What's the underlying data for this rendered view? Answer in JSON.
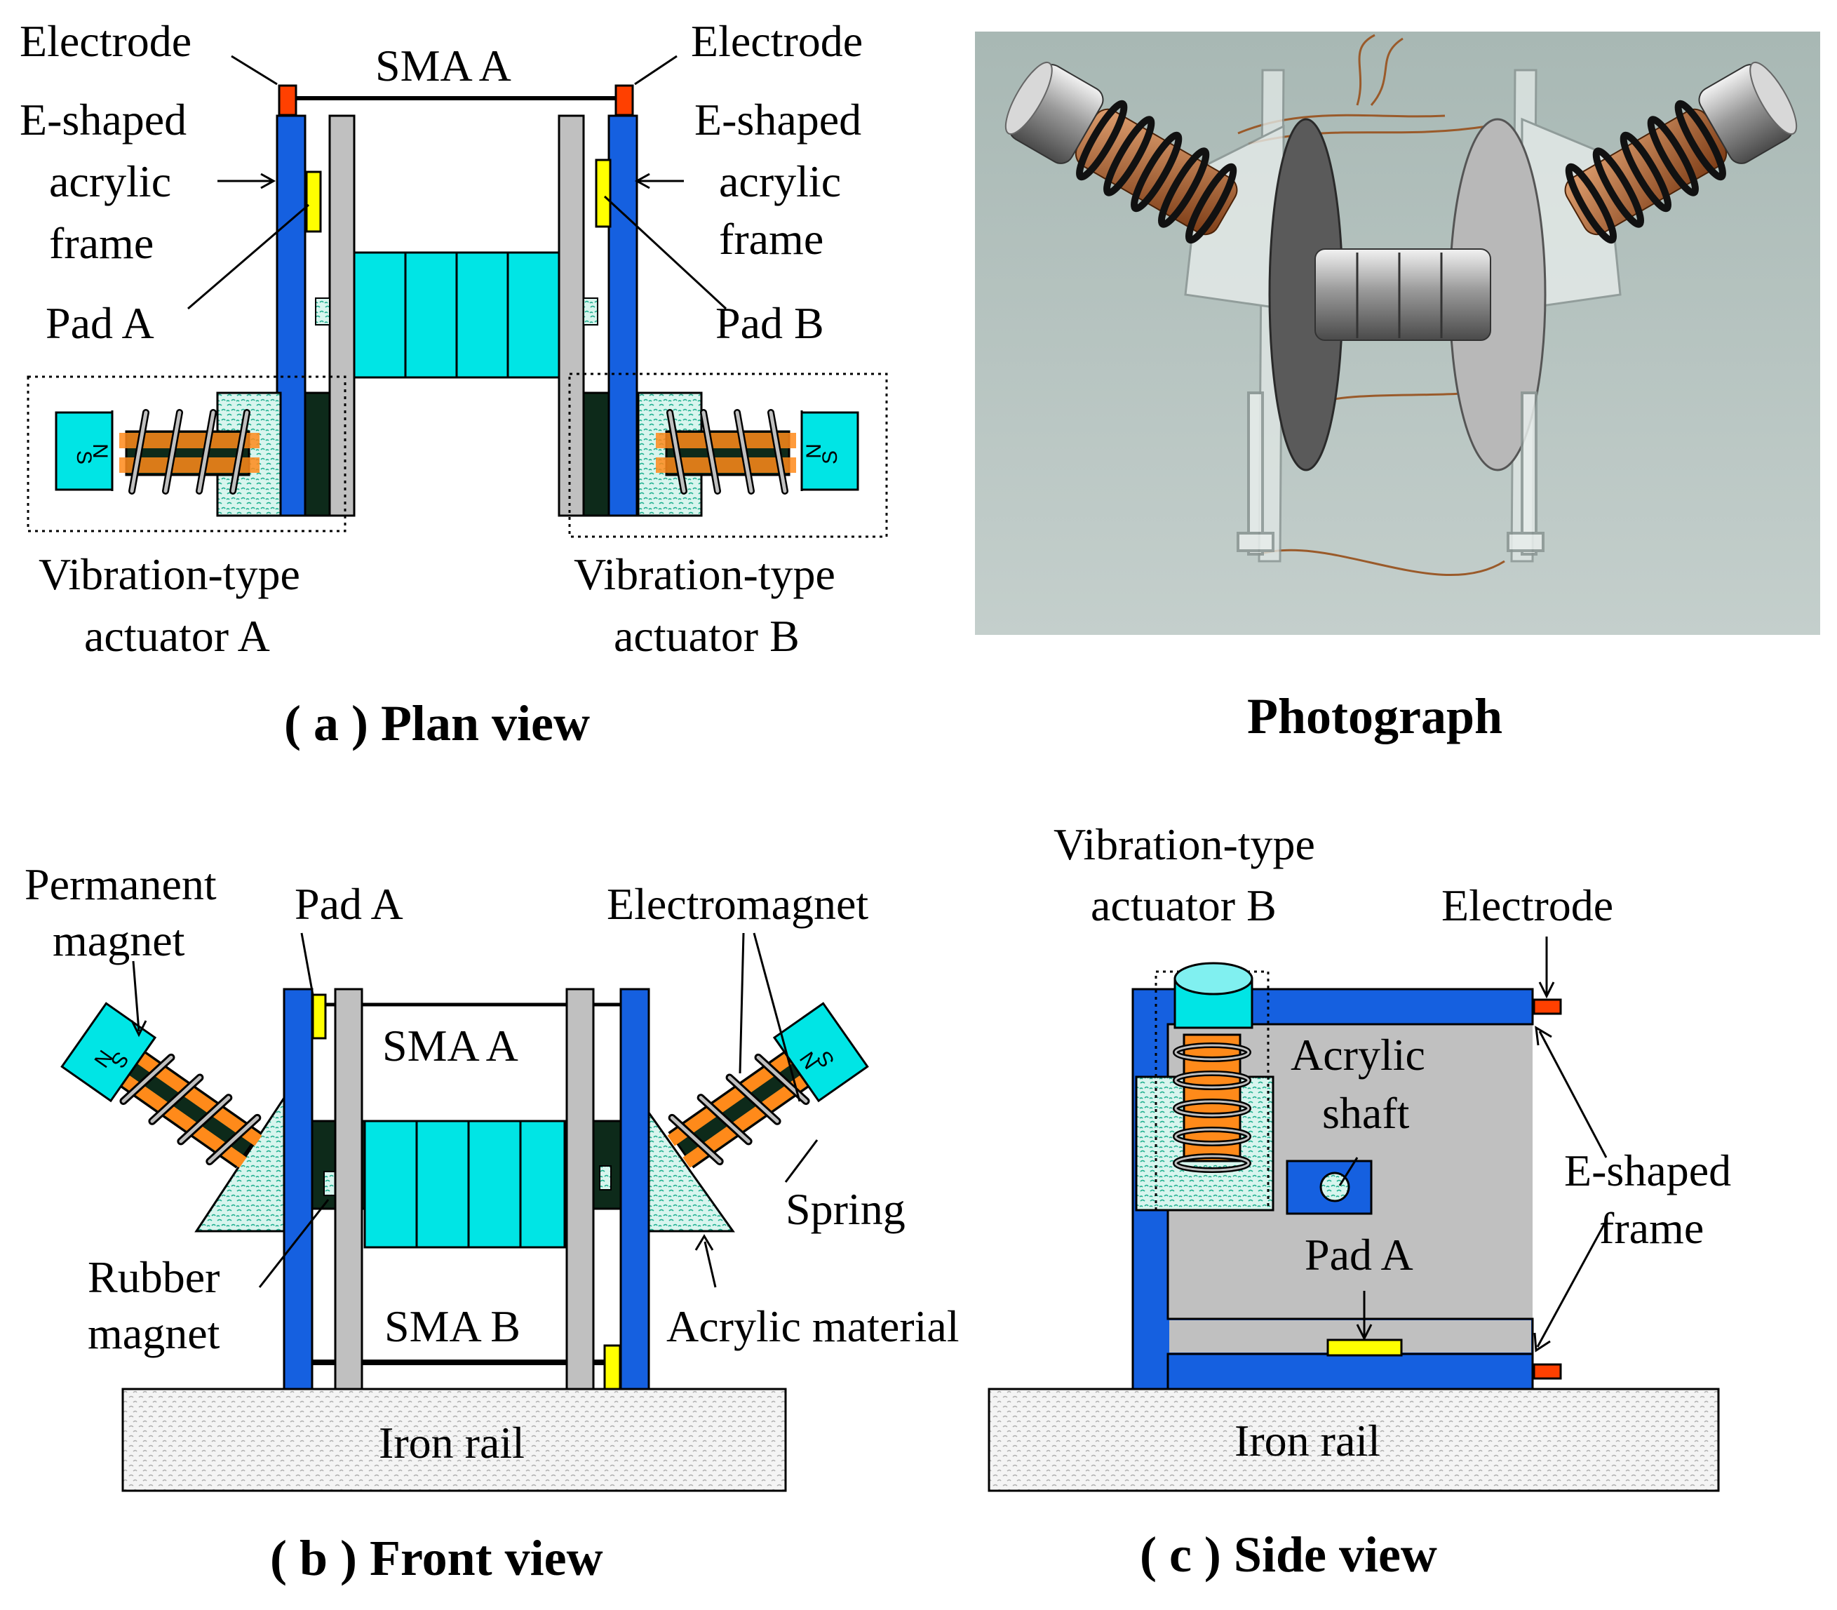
{
  "plan": {
    "electrode_left": "Electrode",
    "electrode_right": "Electrode",
    "sma_a": "SMA A",
    "frame_left": [
      "E-shaped",
      "acrylic",
      "frame"
    ],
    "frame_right": [
      "E-shaped",
      "acrylic",
      "frame"
    ],
    "pad_a": "Pad A",
    "pad_b": "Pad B",
    "actuator_a": [
      "Vibration-type",
      "actuator A"
    ],
    "actuator_b": [
      "Vibration-type",
      "actuator B"
    ],
    "pole_n": "N",
    "pole_s": "S",
    "caption": "( a ) Plan view"
  },
  "photo": {
    "caption": "Photograph"
  },
  "front": {
    "permanent_magnet": [
      "Permanent",
      "magnet"
    ],
    "pad_a": "Pad A",
    "electromagnet": "Electromagnet",
    "sma_a": "SMA A",
    "sma_b": "SMA B",
    "spring": "Spring",
    "rubber_magnet": [
      "Rubber",
      "magnet"
    ],
    "acrylic_material": "Acrylic material",
    "iron_rail": "Iron rail",
    "caption": "( b ) Front view"
  },
  "side": {
    "actuator_b": [
      "Vibration-type",
      "actuator B"
    ],
    "electrode": "Electrode",
    "acrylic_shaft": [
      "Acrylic",
      "shaft"
    ],
    "e_shaped_frame": [
      "E-shaped",
      "frame"
    ],
    "pad_a": "Pad A",
    "iron_rail": "Iron rail",
    "caption": "( c ) Side view"
  },
  "colors": {
    "frame_blue": "#1560e0",
    "cyan": "#00e5e5",
    "yellow": "#ffff00",
    "electrode_orange": "#ff4000",
    "coil_orange": "#ff8a1a",
    "core_dark": "#0d2a1a",
    "gray": "#c0c0c0",
    "photo_bg": "#b5c3c0"
  }
}
